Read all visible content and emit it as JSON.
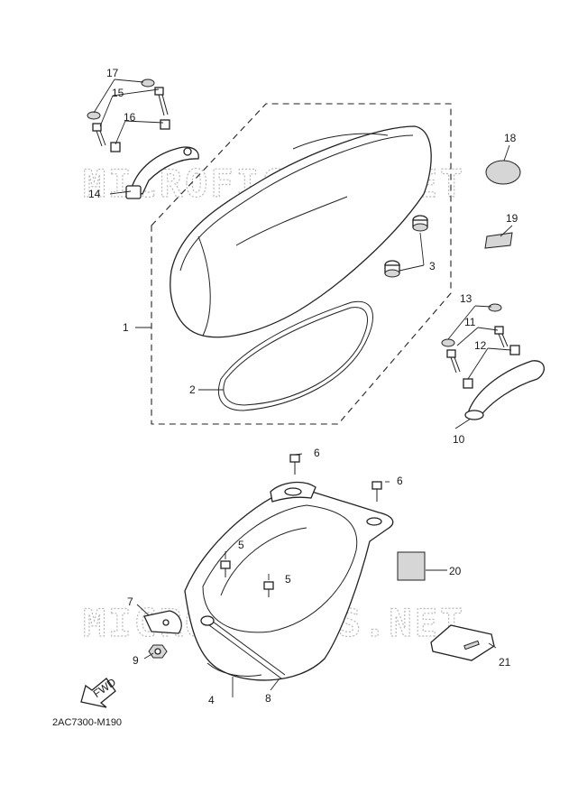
{
  "watermark": "MICROFICHES.NET",
  "diagram_code": "2AC7300-M190",
  "fwd_label": "FWD",
  "callouts": {
    "c1": "1",
    "c2": "2",
    "c3": "3",
    "c4": "4",
    "c5a": "5",
    "c5b": "5",
    "c6a": "6",
    "c6b": "6",
    "c7": "7",
    "c8": "8",
    "c9": "9",
    "c10": "10",
    "c11": "11",
    "c12": "12",
    "c13": "13",
    "c14": "14",
    "c15": "15",
    "c16": "16",
    "c17": "17",
    "c18": "18",
    "c19": "19",
    "c20": "20",
    "c21": "21"
  }
}
